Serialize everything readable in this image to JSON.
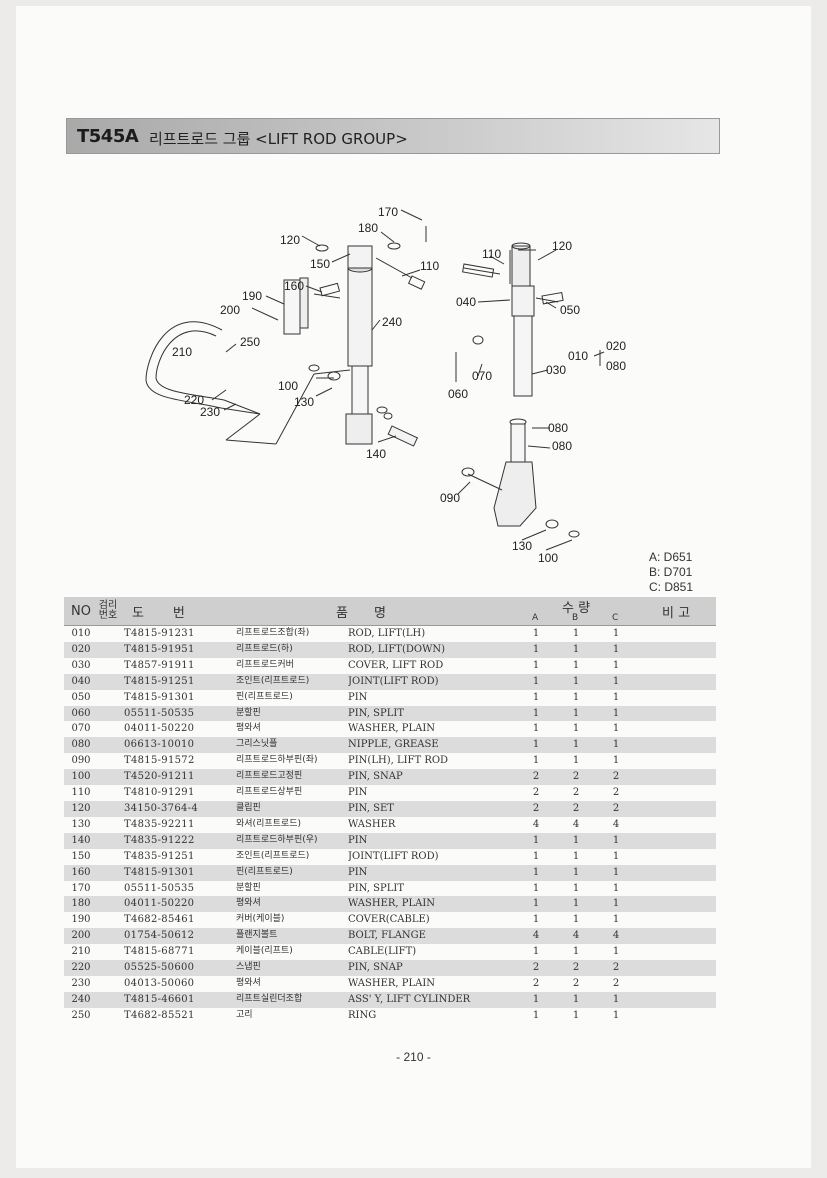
{
  "title": {
    "code": "T545A",
    "text": "리프트로드 그룹 <LIFT ROD GROUP>"
  },
  "callouts": [
    "170",
    "180",
    "120",
    "150",
    "110",
    "160",
    "190",
    "200",
    "240",
    "250",
    "210",
    "100",
    "130",
    "220",
    "230",
    "140",
    "110",
    "120",
    "040",
    "050",
    "020",
    "010",
    "080",
    "070",
    "030",
    "060",
    "080",
    "080",
    "090",
    "130",
    "100"
  ],
  "legend": [
    "A: D651",
    "B: D701",
    "C: D851"
  ],
  "table": {
    "headers": {
      "no": "NO",
      "ref": [
        "검",
        "리",
        "번",
        "호"
      ],
      "code": [
        "도",
        "번"
      ],
      "name": [
        "품",
        "명"
      ],
      "qty": "수 량",
      "qty_sub": [
        "A",
        "B",
        "C"
      ],
      "remark": "비 고"
    },
    "rows": [
      [
        "010",
        "T4815-91231",
        "리프트로드조합(좌)",
        "ROD, LIFT(LH)",
        "1",
        "1",
        "1"
      ],
      [
        "020",
        "T4815-91951",
        "리프트로드(하)",
        "ROD, LIFT(DOWN)",
        "1",
        "1",
        "1"
      ],
      [
        "030",
        "T4857-91911",
        "리프트로드커버",
        "COVER, LIFT ROD",
        "1",
        "1",
        "1"
      ],
      [
        "040",
        "T4815-91251",
        "조인트(리프트로드)",
        "JOINT(LIFT ROD)",
        "1",
        "1",
        "1"
      ],
      [
        "050",
        "T4815-91301",
        "핀(리프트로드)",
        "PIN",
        "1",
        "1",
        "1"
      ],
      [
        "060",
        "05511-50535",
        "분할핀",
        "PIN, SPLIT",
        "1",
        "1",
        "1"
      ],
      [
        "070",
        "04011-50220",
        "평와셔",
        "WASHER, PLAIN",
        "1",
        "1",
        "1"
      ],
      [
        "080",
        "06613-10010",
        "그리스닛플",
        "NIPPLE, GREASE",
        "1",
        "1",
        "1"
      ],
      [
        "090",
        "T4815-91572",
        "리프트로드하부핀(좌)",
        "PIN(LH), LIFT ROD",
        "1",
        "1",
        "1"
      ],
      [
        "100",
        "T4520-91211",
        "리프트로드고정핀",
        "PIN, SNAP",
        "2",
        "2",
        "2"
      ],
      [
        "110",
        "T4810-91291",
        "리프트로드상부핀",
        "PIN",
        "2",
        "2",
        "2"
      ],
      [
        "120",
        "34150-3764-4",
        "클립핀",
        "PIN, SET",
        "2",
        "2",
        "2"
      ],
      [
        "130",
        "T4835-92211",
        "와셔(리프트로드)",
        "WASHER",
        "4",
        "4",
        "4"
      ],
      [
        "140",
        "T4835-91222",
        "리프트로드하부핀(우)",
        "PIN",
        "1",
        "1",
        "1"
      ],
      [
        "150",
        "T4835-91251",
        "조인트(리프트로드)",
        "JOINT(LIFT ROD)",
        "1",
        "1",
        "1"
      ],
      [
        "160",
        "T4815-91301",
        "핀(리프트로드)",
        "PIN",
        "1",
        "1",
        "1"
      ],
      [
        "170",
        "05511-50535",
        "분할핀",
        "PIN, SPLIT",
        "1",
        "1",
        "1"
      ],
      [
        "180",
        "04011-50220",
        "평와셔",
        "WASHER, PLAIN",
        "1",
        "1",
        "1"
      ],
      [
        "190",
        "T4682-85461",
        "커버(케이블)",
        "COVER(CABLE)",
        "1",
        "1",
        "1"
      ],
      [
        "200",
        "01754-50612",
        "플랜지볼트",
        "BOLT, FLANGE",
        "4",
        "4",
        "4"
      ],
      [
        "210",
        "T4815-68771",
        "케이블(리프트)",
        "CABLE(LIFT)",
        "1",
        "1",
        "1"
      ],
      [
        "220",
        "05525-50600",
        "스냅핀",
        "PIN, SNAP",
        "2",
        "2",
        "2"
      ],
      [
        "230",
        "04013-50060",
        "평와셔",
        "WASHER, PLAIN",
        "2",
        "2",
        "2"
      ],
      [
        "240",
        "T4815-46601",
        "리프트실린더조합",
        "ASS' Y, LIFT CYLINDER",
        "1",
        "1",
        "1"
      ],
      [
        "250",
        "T4682-85521",
        "고리",
        "RING",
        "1",
        "1",
        "1"
      ]
    ]
  },
  "page_number": "- 210 -"
}
